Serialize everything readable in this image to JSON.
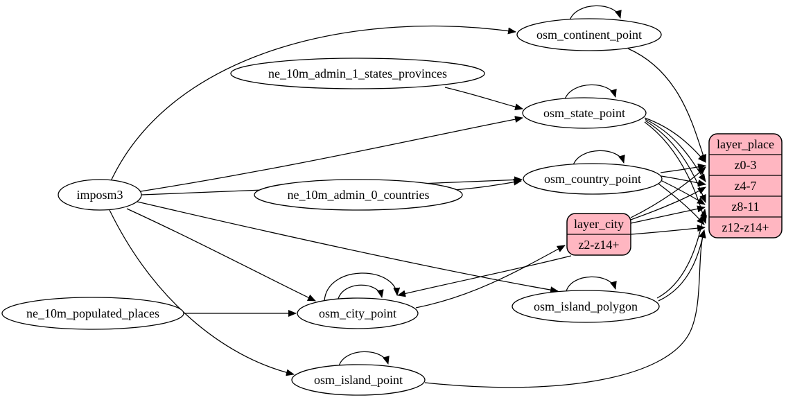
{
  "diagram": {
    "description": "ETL dependency graph for the place layer",
    "colors": {
      "background": "#ffffff",
      "node_fill": "#ffffff",
      "record_fill": "#ffb6c1",
      "stroke": "#000000",
      "text": "#000000"
    },
    "graph": {
      "nodes": [
        {
          "id": "imposm3",
          "type": "ellipse",
          "label": "imposm3"
        },
        {
          "id": "ne_10m_admin_1_states_provinces",
          "type": "ellipse",
          "label": "ne_10m_admin_1_states_provinces"
        },
        {
          "id": "ne_10m_admin_0_countries",
          "type": "ellipse",
          "label": "ne_10m_admin_0_countries"
        },
        {
          "id": "ne_10m_populated_places",
          "type": "ellipse",
          "label": "ne_10m_populated_places"
        },
        {
          "id": "osm_continent_point",
          "type": "ellipse",
          "label": "osm_continent_point"
        },
        {
          "id": "osm_state_point",
          "type": "ellipse",
          "label": "osm_state_point"
        },
        {
          "id": "osm_country_point",
          "type": "ellipse",
          "label": "osm_country_point"
        },
        {
          "id": "osm_city_point",
          "type": "ellipse",
          "label": "osm_city_point"
        },
        {
          "id": "osm_island_point",
          "type": "ellipse",
          "label": "osm_island_point"
        },
        {
          "id": "osm_island_polygon",
          "type": "ellipse",
          "label": "osm_island_polygon"
        },
        {
          "id": "layer_city",
          "type": "record",
          "rows": [
            "layer_city",
            "z2-z14+"
          ]
        },
        {
          "id": "layer_place",
          "type": "record",
          "rows": [
            "layer_place",
            "z0-3",
            "z4-7",
            "z8-11",
            "z12-z14+"
          ]
        }
      ],
      "edges": [
        {
          "from": "imposm3",
          "to": "osm_continent_point"
        },
        {
          "from": "imposm3",
          "to": "osm_state_point"
        },
        {
          "from": "imposm3",
          "to": "osm_country_point"
        },
        {
          "from": "imposm3",
          "to": "osm_city_point"
        },
        {
          "from": "imposm3",
          "to": "osm_island_point"
        },
        {
          "from": "imposm3",
          "to": "osm_island_polygon"
        },
        {
          "from": "ne_10m_admin_1_states_provinces",
          "to": "osm_state_point"
        },
        {
          "from": "ne_10m_admin_0_countries",
          "to": "osm_country_point"
        },
        {
          "from": "ne_10m_populated_places",
          "to": "osm_city_point"
        },
        {
          "from": "osm_continent_point",
          "to": "osm_continent_point"
        },
        {
          "from": "osm_state_point",
          "to": "osm_state_point"
        },
        {
          "from": "osm_country_point",
          "to": "osm_country_point"
        },
        {
          "from": "osm_city_point",
          "to": "osm_city_point"
        },
        {
          "from": "osm_city_point",
          "to": "osm_city_point"
        },
        {
          "from": "osm_island_point",
          "to": "osm_island_point"
        },
        {
          "from": "osm_island_polygon",
          "to": "osm_island_polygon"
        },
        {
          "from": "osm_continent_point",
          "to": "layer_place",
          "to_row": "z0-3"
        },
        {
          "from": "osm_state_point",
          "to": "layer_place",
          "to_row": "z0-3"
        },
        {
          "from": "osm_state_point",
          "to": "layer_place",
          "to_row": "z4-7"
        },
        {
          "from": "osm_state_point",
          "to": "layer_place",
          "to_row": "z8-11"
        },
        {
          "from": "osm_state_point",
          "to": "layer_place",
          "to_row": "z12-z14+"
        },
        {
          "from": "osm_country_point",
          "to": "layer_place",
          "to_row": "z0-3"
        },
        {
          "from": "osm_country_point",
          "to": "layer_place",
          "to_row": "z4-7"
        },
        {
          "from": "osm_country_point",
          "to": "layer_place",
          "to_row": "z8-11"
        },
        {
          "from": "osm_country_point",
          "to": "layer_place",
          "to_row": "z12-z14+"
        },
        {
          "from": "osm_city_point",
          "to": "layer_city",
          "to_row": "z2-z14+"
        },
        {
          "from": "layer_city",
          "to": "osm_city_point"
        },
        {
          "from": "layer_city",
          "to": "layer_place",
          "to_row": "z0-3"
        },
        {
          "from": "layer_city",
          "to": "layer_place",
          "to_row": "z4-7"
        },
        {
          "from": "layer_city",
          "to": "layer_place",
          "to_row": "z8-11"
        },
        {
          "from": "layer_city",
          "to": "layer_place",
          "to_row": "z12-z14+"
        },
        {
          "from": "osm_island_polygon",
          "to": "layer_place",
          "to_row": "z8-11"
        },
        {
          "from": "osm_island_polygon",
          "to": "layer_place",
          "to_row": "z12-z14+"
        },
        {
          "from": "osm_island_point",
          "to": "layer_place",
          "to_row": "z12-z14+"
        }
      ]
    }
  }
}
